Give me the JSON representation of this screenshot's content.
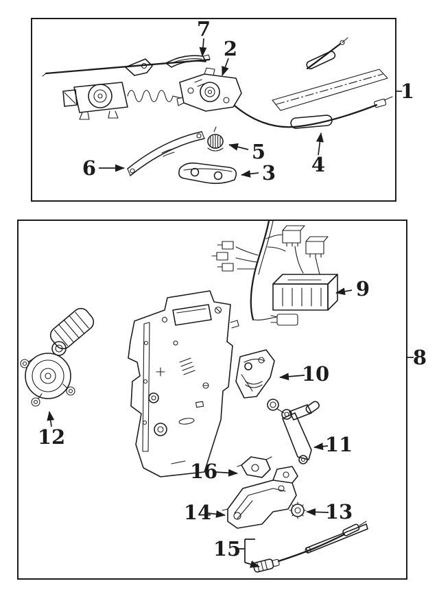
{
  "diagram": {
    "background": "#ffffff",
    "line_color": "#1c1c1c",
    "type": "exploded-parts-diagram",
    "panel_count": 2
  },
  "callouts": [
    {
      "num": "1"
    },
    {
      "num": "2"
    },
    {
      "num": "3"
    },
    {
      "num": "4"
    },
    {
      "num": "5"
    },
    {
      "num": "6"
    },
    {
      "num": "7"
    },
    {
      "num": "8"
    },
    {
      "num": "9"
    },
    {
      "num": "10"
    },
    {
      "num": "11"
    },
    {
      "num": "12"
    },
    {
      "num": "13"
    },
    {
      "num": "14"
    },
    {
      "num": "15"
    },
    {
      "num": "16"
    }
  ]
}
